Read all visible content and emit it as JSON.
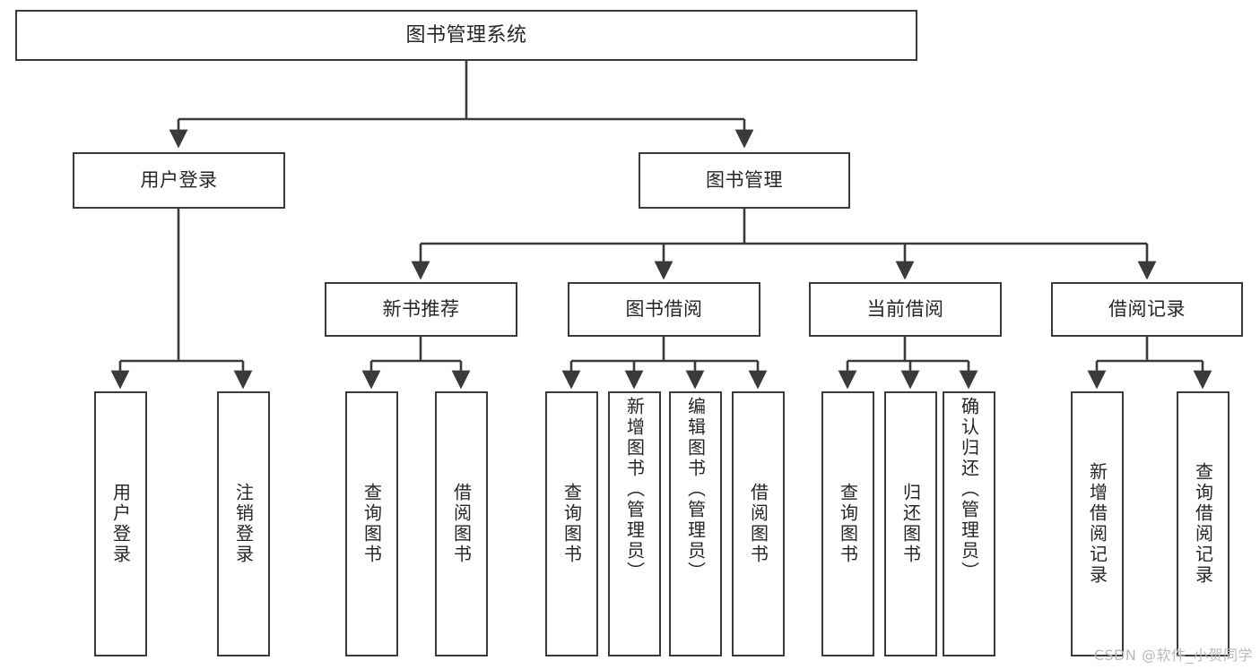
{
  "diagram": {
    "type": "tree-hierarchy",
    "title": "图书管理系统",
    "orientation": "top-down",
    "edge_style": "orthogonal-with-arrowheads",
    "colors": {
      "node_border": "#3a3a3a",
      "node_fill": "#ffffff",
      "edge": "#3a3a3a",
      "text": "#262626",
      "watermark": "#b9b9b9",
      "background": "#ffffff"
    }
  },
  "root": {
    "label": "图书管理系统"
  },
  "level2": [
    {
      "id": "user-login",
      "label": "用户登录"
    },
    {
      "id": "book-management",
      "label": "图书管理"
    }
  ],
  "level3": [
    {
      "id": "new-book-recommend",
      "label": "新书推荐"
    },
    {
      "id": "book-borrow",
      "label": "图书借阅"
    },
    {
      "id": "current-borrow",
      "label": "当前借阅"
    },
    {
      "id": "borrow-record",
      "label": "借阅记录"
    }
  ],
  "leaves": {
    "user_login": [
      {
        "id": "leaf-user-login",
        "label": "用户登录"
      },
      {
        "id": "leaf-logout-login",
        "label": "注销登录"
      }
    ],
    "new_book_recommend": [
      {
        "id": "leaf-query-book-1",
        "label": "查询图书"
      },
      {
        "id": "leaf-borrow-book-1",
        "label": "借阅图书"
      }
    ],
    "book_borrow": [
      {
        "id": "leaf-query-book-2",
        "label": "查询图书"
      },
      {
        "id": "leaf-add-book",
        "label": "新增图书（管理员）"
      },
      {
        "id": "leaf-edit-book",
        "label": "编辑图书（管理员）"
      },
      {
        "id": "leaf-borrow-book-2",
        "label": "借阅图书"
      }
    ],
    "current_borrow": [
      {
        "id": "leaf-query-book-3",
        "label": "查询图书"
      },
      {
        "id": "leaf-return-book",
        "label": "归还图书"
      },
      {
        "id": "leaf-confirm-return",
        "label": "确认归还（管理员）"
      }
    ],
    "borrow_record": [
      {
        "id": "leaf-add-record",
        "label": "新增借阅记录"
      },
      {
        "id": "leaf-query-record",
        "label": "查询借阅记录"
      }
    ]
  },
  "watermark": {
    "text": "CSDN @软件_小贺同学"
  }
}
